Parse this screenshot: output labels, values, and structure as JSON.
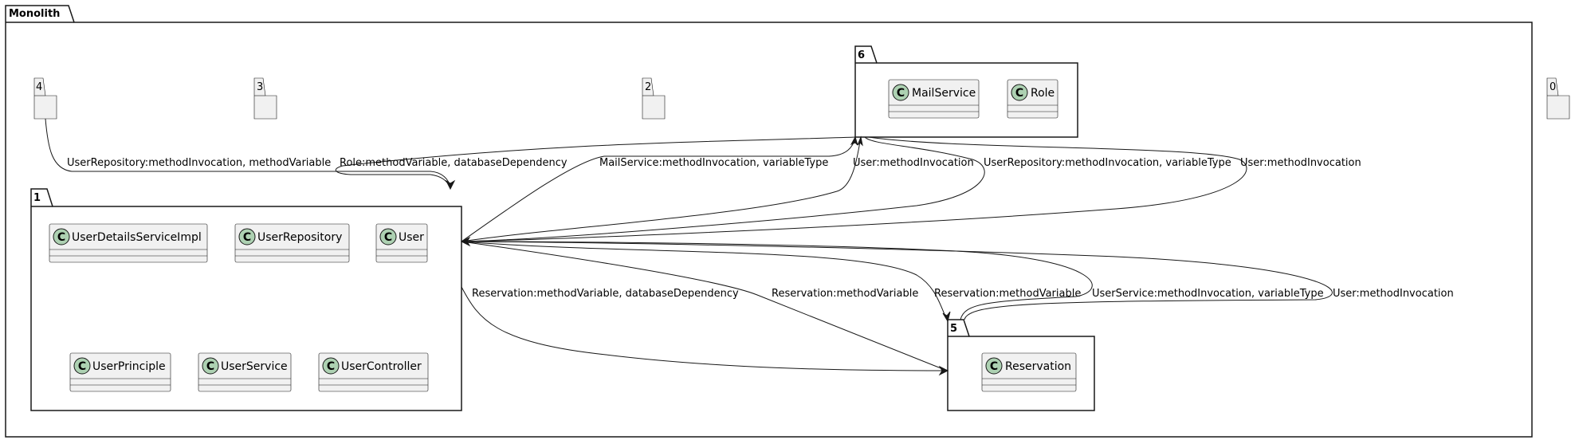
{
  "diagram": {
    "root_package": "Monolith",
    "packages": {
      "p0": {
        "name": "0"
      },
      "p1": {
        "name": "1",
        "classes": [
          "UserDetailsServiceImpl",
          "UserRepository",
          "User",
          "UserPrinciple",
          "UserService",
          "UserController"
        ]
      },
      "p2": {
        "name": "2"
      },
      "p3": {
        "name": "3"
      },
      "p4": {
        "name": "4"
      },
      "p5": {
        "name": "5",
        "classes": [
          "Reservation"
        ]
      },
      "p6": {
        "name": "6",
        "classes": [
          "MailService",
          "Role"
        ]
      }
    },
    "class_stereotype_letter": "C",
    "edges": [
      {
        "from": "4",
        "to": "1",
        "label": "UserRepository:methodInvocation, methodVariable"
      },
      {
        "from": "6",
        "to": "1",
        "label": "Role:methodVariable, databaseDependency"
      },
      {
        "from": "1",
        "to": "6",
        "label": "MailService:methodInvocation, variableType"
      },
      {
        "from": "1",
        "to": "6",
        "label": "User:methodInvocation"
      },
      {
        "from": "6",
        "to": "1",
        "label": "UserRepository:methodInvocation, variableType"
      },
      {
        "from": "6",
        "to": "1",
        "label": "User:methodInvocation"
      },
      {
        "from": "1",
        "to": "5",
        "label": "Reservation:methodVariable, databaseDependency"
      },
      {
        "from": "1",
        "to": "5",
        "label": "Reservation:methodVariable"
      },
      {
        "from": "1",
        "to": "5",
        "label": "Reservation:methodVariable"
      },
      {
        "from": "5",
        "to": "1",
        "label": "UserService:methodInvocation, variableType"
      },
      {
        "from": "5",
        "to": "1",
        "label": "User:methodInvocation"
      }
    ],
    "colors": {
      "package_fill": "#ffffff",
      "small_package_fill": "#f1f1f1",
      "class_fill": "#f1f1f1",
      "class_circle": "#add1b2",
      "line": "#181818"
    }
  }
}
